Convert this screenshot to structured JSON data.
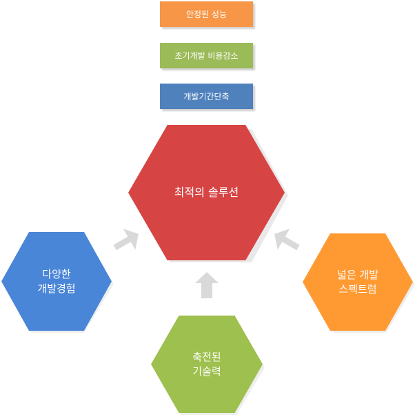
{
  "labels": [
    {
      "text": "안정된 성능",
      "color": "#F79646"
    },
    {
      "text": "초기개발 비용감소",
      "color": "#9BBB59"
    },
    {
      "text": "개발기간단축",
      "color": "#4F81BD"
    }
  ],
  "hexagons": {
    "center": {
      "text": "최적의 솔루션",
      "color": "#D64444"
    },
    "left": {
      "text": "다양한\n개발경험",
      "color": "#4A86D8"
    },
    "right": {
      "text": "넓은 개발\n스펙트럼",
      "color": "#FF9A33"
    },
    "bottom": {
      "text": "축전된\n기술력",
      "color": "#9DC04E"
    }
  },
  "arrow_color": "#D9D9D9"
}
